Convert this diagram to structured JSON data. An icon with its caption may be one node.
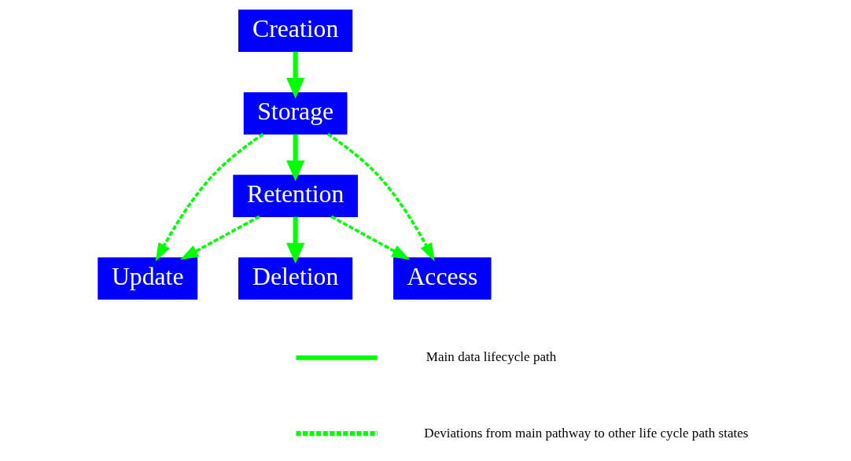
{
  "diagram": {
    "nodes": [
      {
        "text": [
          "Creation"
        ]
      },
      {
        "text": [
          "Storage"
        ]
      },
      {
        "text": [
          "Update"
        ]
      },
      {
        "text": [
          "Access"
        ]
      },
      {
        "text": [
          "Retention"
        ]
      },
      {
        "text": [
          "Deletion"
        ]
      }
    ],
    "edges": [
      {
        "from": 0,
        "to": 1,
        "arrow": "to"
      },
      {
        "from": 1,
        "to": 4,
        "arrow": "to"
      },
      {
        "from": 4,
        "to": 5,
        "arrow": "to"
      },
      {
        "from": 1,
        "to": 2,
        "arrow": "to",
        "style": "dashed"
      },
      {
        "from": 4,
        "to": 2,
        "arrow": "to",
        "style": "dashed"
      },
      {
        "from": 1,
        "to": 3,
        "arrow": "to",
        "style": "dashed"
      },
      {
        "from": 4,
        "to": 3,
        "arrow": "to",
        "style": "dashed"
      }
    ],
    "legend": [
      {
        "text": "Main data lifecycle path"
      },
      {
        "text": "Deviations from main pathway to other life cycle path states"
      }
    ]
  }
}
